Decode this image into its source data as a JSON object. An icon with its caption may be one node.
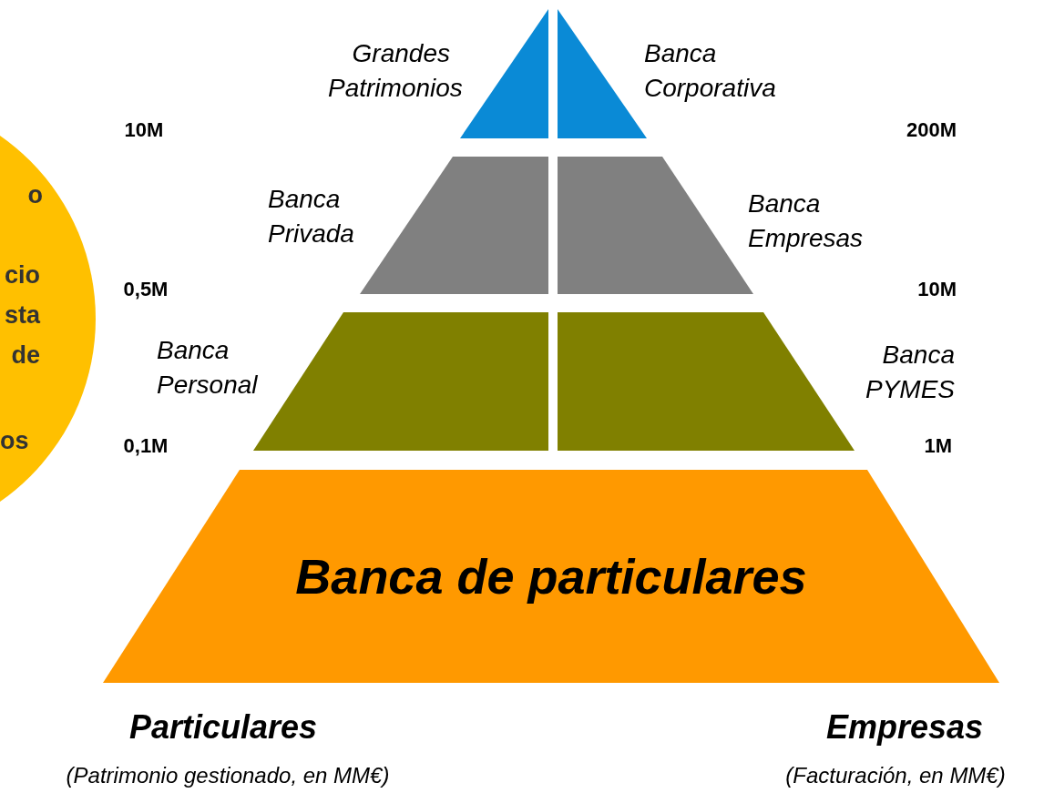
{
  "diagram": {
    "nodes": [
      {
        "text": [
          "o",
          "cio sta de",
          "os"
        ]
      },
      {
        "text": [
          "Grandes Patrimonios"
        ]
      },
      {
        "text": [
          "Banca Corporativa"
        ]
      },
      {
        "text": [
          "Banca Privada"
        ]
      },
      {
        "text": [
          "Banca Empresas"
        ]
      },
      {
        "text": [
          "Banca Personal"
        ]
      },
      {
        "text": [
          "Banca PYMES"
        ]
      },
      {
        "text": [
          "Banca de particulares"
        ]
      }
    ],
    "edges": [],
    "labels": [
      "10M",
      "200M",
      "0,5M",
      "10M",
      "0,1M",
      "1M",
      "Particulares",
      "Empresas",
      "(Patrimonio gestionado, en MM€)",
      "(Facturación, en MM€)"
    ]
  }
}
